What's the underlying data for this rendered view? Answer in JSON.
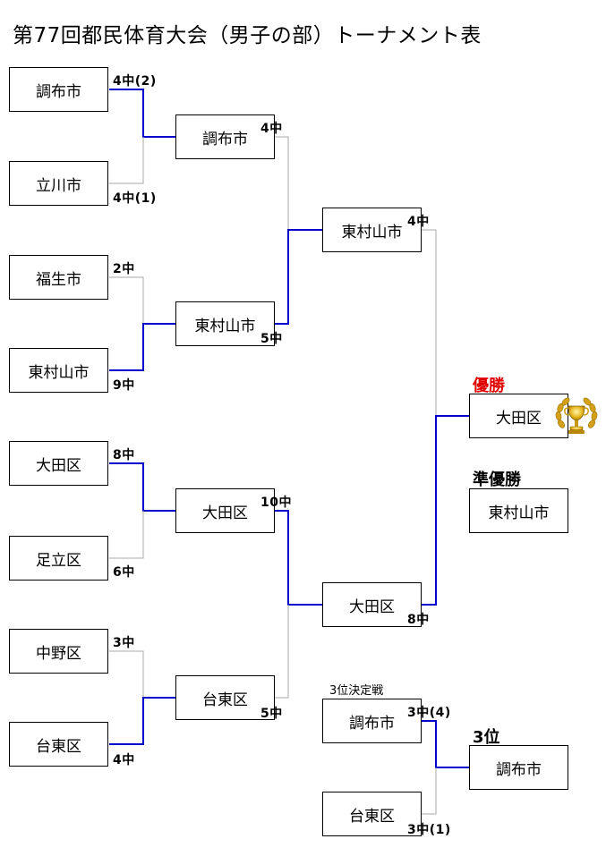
{
  "title": "第77回都民体育大会（男子の部）トーナメント表",
  "colors": {
    "win_line": "#0000cc",
    "lose_line": "#aaaaaa",
    "champion_label": "#e00000",
    "trophy": "#d4a017"
  },
  "round1": {
    "m1": {
      "top_team": "調布市",
      "top_score": "4中(2)",
      "bottom_team": "立川市",
      "bottom_score": "4中(1)"
    },
    "m2": {
      "top_team": "福生市",
      "top_score": "2中",
      "bottom_team": "東村山市",
      "bottom_score": "9中"
    },
    "m3": {
      "top_team": "大田区",
      "top_score": "8中",
      "bottom_team": "足立区",
      "bottom_score": "6中"
    },
    "m4": {
      "top_team": "中野区",
      "top_score": "3中",
      "bottom_team": "台東区",
      "bottom_score": "4中"
    }
  },
  "round2": {
    "m1": {
      "top_team": "調布市",
      "top_score": "4中",
      "bottom_team": "東村山市",
      "bottom_score": "5中"
    },
    "m2": {
      "top_team": "大田区",
      "top_score": "10中",
      "bottom_team": "台東区",
      "bottom_score": "5中"
    }
  },
  "final": {
    "top_team": "東村山市",
    "top_score": "4中",
    "bottom_team": "大田区",
    "bottom_score": "8中"
  },
  "champion": {
    "label": "優勝",
    "team": "大田区",
    "trophy_icon": "trophy-icon"
  },
  "runner_up": {
    "label": "準優勝",
    "team": "東村山市"
  },
  "third_place": {
    "match_label": "3位決定戦",
    "top_team": "調布市",
    "top_score": "3中(4)",
    "bottom_team": "台東区",
    "bottom_score": "3中(1)",
    "label": "3位",
    "team": "調布市"
  }
}
